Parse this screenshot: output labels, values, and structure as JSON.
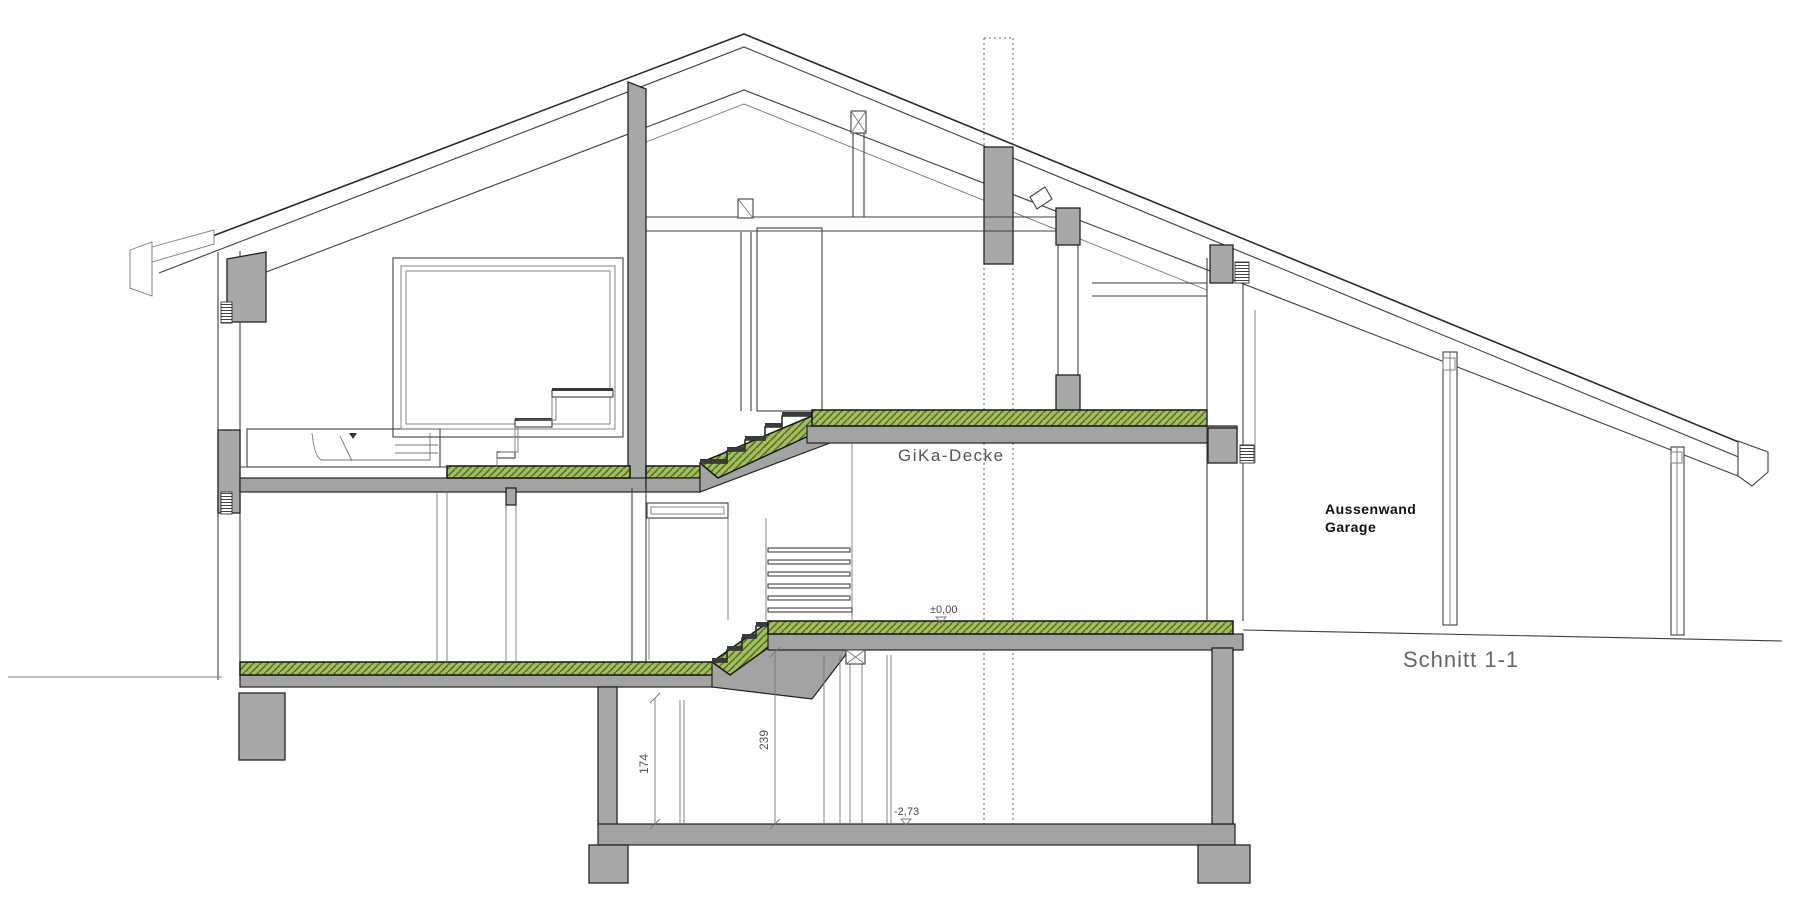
{
  "drawing": {
    "title": "Schnitt 1-1",
    "labels": {
      "ceiling": "GiKa-Decke",
      "garage_wall_line1": "Aussenwand",
      "garage_wall_line2": "Garage"
    },
    "levels": {
      "ground_floor": "±0,00",
      "basement": "-2,73"
    },
    "dimensions": {
      "crawl_height": "174",
      "basement_height": "239"
    },
    "colors": {
      "wall_gray": "#a8a8a8",
      "slab_gray": "#a3a3a3",
      "insulation_green": "#a3bf5c",
      "insulation_hatch": "#55702c",
      "text_gray": "#555555",
      "text_black": "#111111"
    }
  }
}
